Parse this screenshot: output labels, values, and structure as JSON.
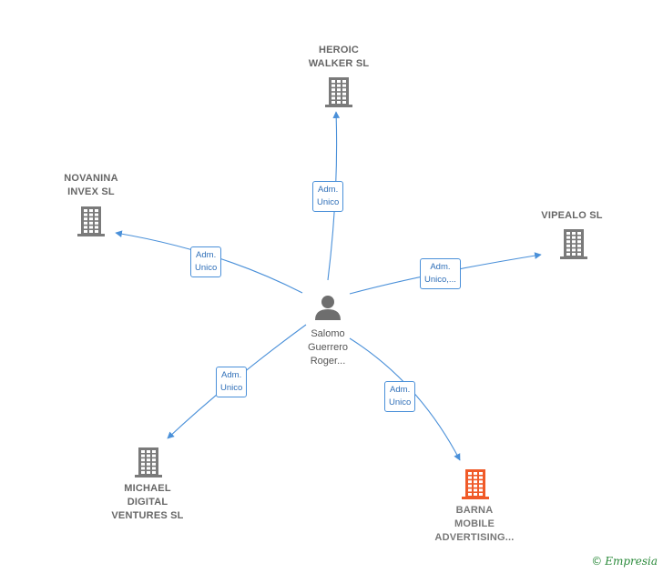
{
  "colors": {
    "edge": "#4a90d9",
    "building": "#7a7a7a",
    "building_highlight": "#f05a28",
    "person": "#6e6e6e"
  },
  "person": {
    "icon": "person-icon",
    "label": "Salomo\nGuerrero\nRoger..."
  },
  "companies": [
    {
      "id": "heroic",
      "label": "HEROIC\nWALKER  SL",
      "icon": "building-icon",
      "highlight": false
    },
    {
      "id": "novanina",
      "label": "NOVANINA\nINVEX  SL",
      "icon": "building-icon",
      "highlight": false
    },
    {
      "id": "vipealo",
      "label": "VIPEALO  SL",
      "icon": "building-icon",
      "highlight": false
    },
    {
      "id": "michael",
      "label": "MICHAEL\nDIGITAL\nVENTURES  SL",
      "icon": "building-icon",
      "highlight": false
    },
    {
      "id": "barna",
      "label": "BARNA\nMOBILE\nADVERTISING...",
      "icon": "building-icon",
      "highlight": true
    }
  ],
  "edges": [
    {
      "to": "heroic",
      "label": "Adm.\nUnico"
    },
    {
      "to": "novanina",
      "label": "Adm.\nUnico"
    },
    {
      "to": "vipealo",
      "label": "Adm.\nUnico,..."
    },
    {
      "to": "michael",
      "label": "Adm.\nUnico"
    },
    {
      "to": "barna",
      "label": "Adm.\nUnico"
    }
  ],
  "watermark": {
    "copyright": "©",
    "brand": "Empresia"
  }
}
